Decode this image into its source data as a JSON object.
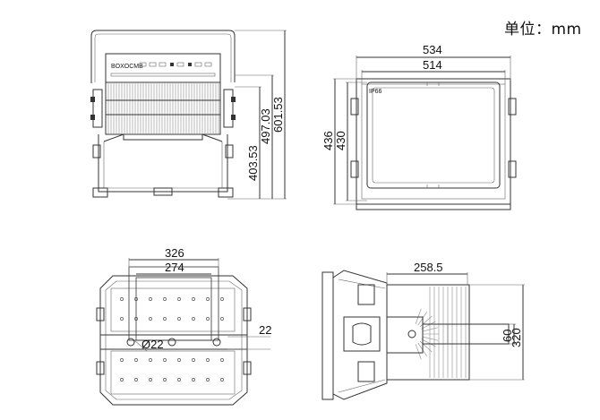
{
  "unit_label": "单位：mm",
  "views": {
    "front": {
      "dims": {
        "height_inner": "403.53",
        "height_mid": "497.03",
        "height_total": "601.53"
      },
      "logo_text": "BOXOCMB"
    },
    "face": {
      "dims": {
        "width_outer": "534",
        "width_inner": "514",
        "height_outer": "436",
        "height_inner": "430"
      },
      "badge_text": "IP66"
    },
    "back": {
      "dims": {
        "width_outer": "326",
        "width_inner": "274",
        "hole_dia": "Ø22",
        "slot": "22"
      }
    },
    "side": {
      "dims": {
        "depth": "258.5",
        "bracket_w": "60",
        "bracket_h": "320"
      }
    }
  }
}
